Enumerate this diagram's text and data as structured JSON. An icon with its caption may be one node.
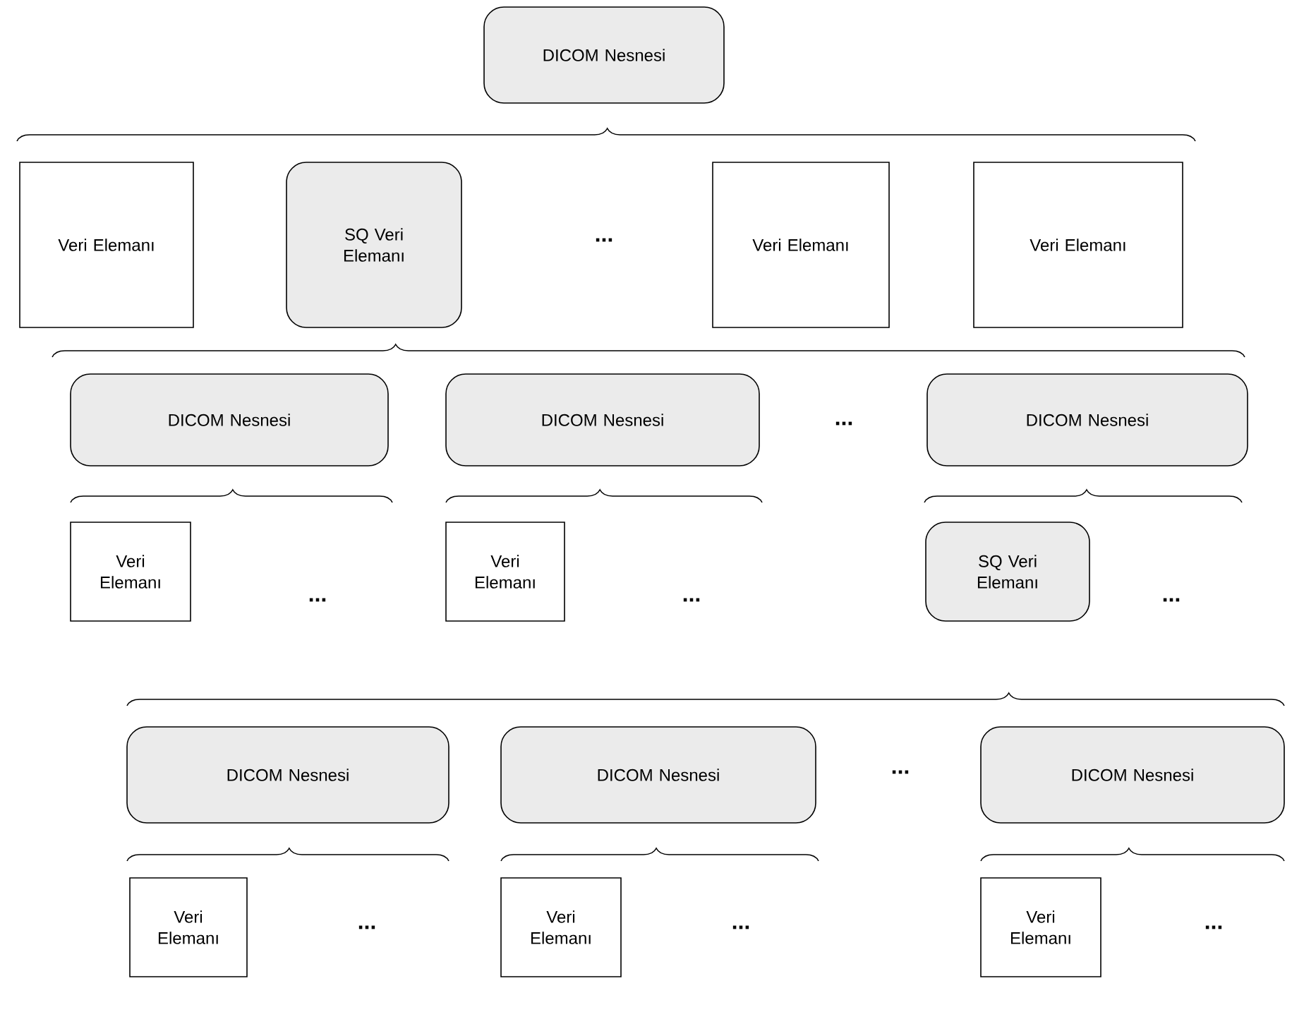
{
  "diagram": {
    "nodes": [
      {
        "text": [
          "DICOM Nesnesi"
        ]
      },
      {
        "text": [
          "Veri Elemanı"
        ]
      },
      {
        "text": [
          "SQ Veri Elemanı"
        ]
      },
      {
        "text": [
          "Veri Elemanı"
        ]
      },
      {
        "text": [
          "Veri Elemanı"
        ]
      },
      {
        "text": [
          "DICOM Nesnesi"
        ]
      },
      {
        "text": [
          "DICOM Nesnesi"
        ]
      },
      {
        "text": [
          "DICOM Nesnesi"
        ]
      },
      {
        "text": [
          "Veri Elemanı"
        ]
      },
      {
        "text": [
          "Veri Elemanı"
        ]
      },
      {
        "text": [
          "SQ Veri Elemanı"
        ]
      },
      {
        "text": [
          "DICOM Nesnesi"
        ]
      },
      {
        "text": [
          "DICOM Nesnesi"
        ]
      },
      {
        "text": [
          "DICOM Nesnesi"
        ]
      },
      {
        "text": [
          "Veri Elemanı"
        ]
      },
      {
        "text": [
          "Veri Elemanı"
        ]
      },
      {
        "text": [
          "Veri Elemanı"
        ]
      }
    ],
    "labels": [
      "...",
      "...",
      "...",
      "...",
      "...",
      "...",
      "...",
      "...",
      "..."
    ]
  }
}
